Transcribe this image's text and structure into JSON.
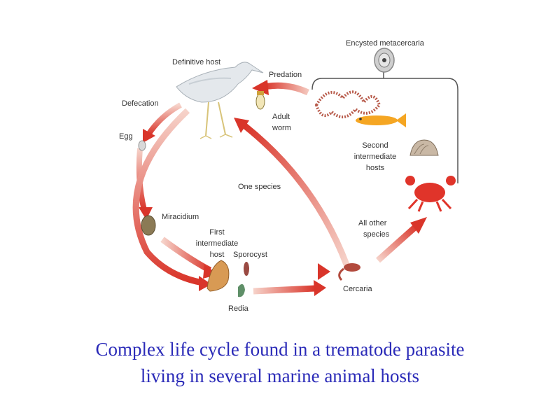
{
  "diagram": {
    "labels": {
      "encysted_metacercaria": "Encysted metacercaria",
      "definitive_host": "Definitive host",
      "predation": "Predation",
      "defecation": "Defecation",
      "adult_worm_1": "Adult",
      "adult_worm_2": "worm",
      "egg": "Egg",
      "second_int_1": "Second",
      "second_int_2": "intermediate",
      "second_int_3": "hosts",
      "one_species": "One species",
      "miracidium": "Miracidium",
      "first_int_1": "First",
      "first_int_2": "intermediate",
      "first_int_3": "host",
      "sporocyst": "Sporocyst",
      "all_other_1": "All other",
      "all_other_2": "species",
      "cercaria": "Cercaria",
      "redia": "Redia"
    },
    "arrow_color": "#d9352a"
  },
  "caption": {
    "line1": "Complex life cycle found in a trematode parasite",
    "line2": "living in several marine animal hosts"
  },
  "colors": {
    "caption": "#2b2bb8",
    "crab": "#e0342a",
    "fish": "#f5a623"
  }
}
